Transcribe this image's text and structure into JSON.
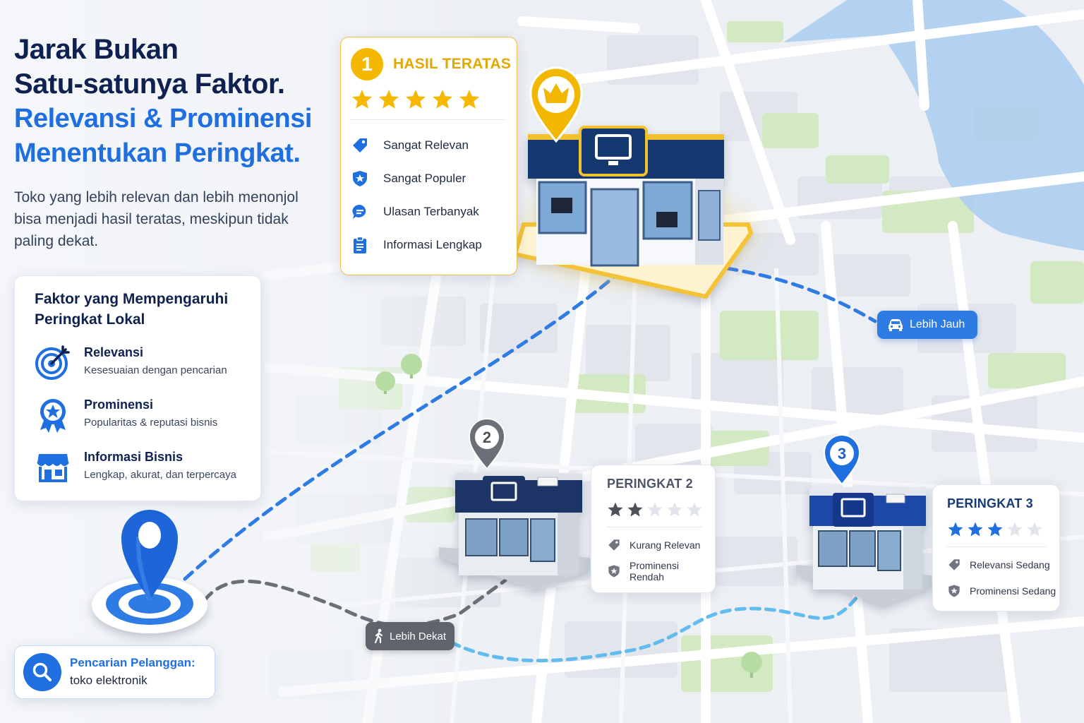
{
  "headline": {
    "line1": "Jarak Bukan",
    "line2": "Satu-satunya Faktor.",
    "line3": "Relevansi & Prominensi",
    "line4": "Menentukan Peringkat."
  },
  "intro": "Toko yang lebih relevan dan lebih menonjol bisa menjadi hasil teratas, meskipun tidak paling dekat.",
  "factors": {
    "title": "Faktor yang Mempengaruhi Peringkat Lokal",
    "items": [
      {
        "name": "Relevansi",
        "desc": "Kesesuaian dengan pencarian",
        "icon": "target-icon"
      },
      {
        "name": "Prominensi",
        "desc": "Popularitas & reputasi bisnis",
        "icon": "award-badge-icon"
      },
      {
        "name": "Informasi Bisnis",
        "desc": "Lengkap, akurat, dan terpercaya",
        "icon": "storefront-icon"
      }
    ]
  },
  "search": {
    "label": "Pencarian Pelanggan:",
    "value": "toko elektronik"
  },
  "rank1": {
    "number": "1",
    "title": "HASIL TERATAS",
    "rating": 5,
    "features": [
      {
        "label": "Sangat Relevan",
        "icon": "tag-icon"
      },
      {
        "label": "Sangat Populer",
        "icon": "shield-star-icon"
      },
      {
        "label": "Ulasan Terbanyak",
        "icon": "chat-bubble-icon"
      },
      {
        "label": "Informasi Lengkap",
        "icon": "clipboard-icon"
      }
    ]
  },
  "rank2": {
    "number": "2",
    "title": "PERINGKAT 2",
    "rating": 2,
    "features": [
      {
        "label": "Kurang Relevan",
        "icon": "tag-icon"
      },
      {
        "label": "Prominensi Rendah",
        "icon": "shield-star-icon"
      }
    ]
  },
  "rank3": {
    "number": "3",
    "title": "PERINGKAT 3",
    "rating": 3,
    "features": [
      {
        "label": "Relevansi Sedang",
        "icon": "tag-icon"
      },
      {
        "label": "Prominensi Sedang",
        "icon": "shield-star-icon"
      }
    ]
  },
  "routes": {
    "far_label": "Lebih Jauh",
    "near_label": "Lebih Dekat"
  },
  "colors": {
    "navy": "#0e2150",
    "blue": "#1f6fe0",
    "gold": "#f5b800",
    "gray": "#5e636c"
  }
}
